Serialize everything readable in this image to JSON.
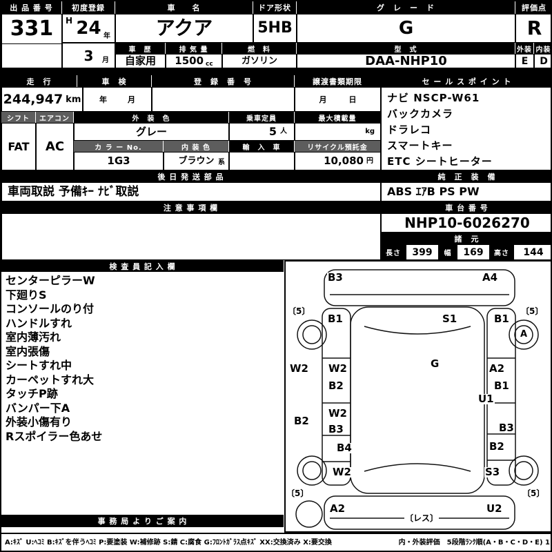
{
  "top": {
    "lot": {
      "label": "出 品 番 号",
      "value": "331"
    },
    "reg": {
      "label": "初度登録",
      "era": "H",
      "year": "24",
      "year_unit": "年",
      "month": "3",
      "month_unit": "月"
    },
    "name": {
      "label": "車　　名",
      "value": "アクア"
    },
    "door": {
      "label": "ドア形状",
      "value": "5HB"
    },
    "grade": {
      "label": "グ　レ　ー　ド",
      "value": "G"
    },
    "score": {
      "label": "評価点",
      "value": "R"
    },
    "history": {
      "label": "車　歴",
      "value": "自家用"
    },
    "disp": {
      "label": "排 気 量",
      "value": "1500",
      "unit": "cc"
    },
    "fuel": {
      "label": "燃　料",
      "value": "ガソリン"
    },
    "model": {
      "label": "型　式",
      "value": "DAA-NHP10"
    },
    "ext": {
      "label": "外装",
      "value": "E"
    },
    "int": {
      "label": "内装",
      "value": "D"
    }
  },
  "run": {
    "mileage": {
      "label": "走　行",
      "value": "244,947",
      "unit": "km"
    },
    "shaken": {
      "label": "車　検",
      "y": "年",
      "m": "月"
    },
    "regno": {
      "label": "登　録　番　号"
    },
    "transfer": {
      "label": "譲渡書類期限",
      "m": "月",
      "d": "日"
    }
  },
  "equip": {
    "shift": {
      "label": "シフト",
      "value": "FAT"
    },
    "ac": {
      "label": "エアコン",
      "value": "AC"
    },
    "extcolor": {
      "label": "外　装　色",
      "value": "グレー"
    },
    "capacity": {
      "label": "乗車定員",
      "value": "5",
      "unit": "人"
    },
    "maxload": {
      "label": "最大積載量",
      "unit": "kg"
    },
    "colorno": {
      "label": "カ ラ ー No.",
      "value": "1G3"
    },
    "intcolor": {
      "label": "内 装 色",
      "value": "ブラウン",
      "unit": "系"
    },
    "import": {
      "label": "輸　入　車"
    },
    "recycle": {
      "label": "リサイクル預託金",
      "value": "10,080",
      "unit": "円"
    }
  },
  "later": {
    "label": "後 日 発 送 部 品",
    "value": "車両取説 予備ｷｰ ﾅﾋﾞ取説"
  },
  "sales": {
    "label": "セ ー ル ス ポ イ ン ト",
    "lines": [
      "ナビ NSCP-W61",
      "バックカメラ",
      "ドラレコ",
      "スマートキー",
      "ETC シートヒーター"
    ]
  },
  "genuine": {
    "label": "純　正　装　備",
    "value": "ABS ｴｱB PS PW"
  },
  "caution": {
    "label": "注 意 事 項 欄"
  },
  "chassis": {
    "label": "車 台 番 号",
    "value": "NHP10-6026270"
  },
  "specs": {
    "label": "諸　元",
    "len_label": "長さ",
    "len": "399",
    "wid_label": "幅",
    "wid": "169",
    "hei_label": "高さ",
    "hei": "144"
  },
  "inspector": {
    "label": "検 査 員 記 入 欄",
    "lines": [
      "センターピラーW",
      "下廻りS",
      "コンソールのり付",
      "ハンドルすれ",
      "室内薄汚れ",
      "室内張傷",
      "シートすれ中",
      "カーペットすれ大",
      "タッチP跡",
      "バンパー下A",
      "外装小傷有り",
      "Rスポイラー色あせ"
    ]
  },
  "office": {
    "label": "事 務 局 よ り ご 案 内"
  },
  "diagram": {
    "codes": {
      "trunk_l": "B3",
      "trunk_r": "A4",
      "rate_tl": "〔5〕",
      "rate_tr": "〔5〕",
      "rate_bl": "〔5〕",
      "rate_br": "〔5〕",
      "door_tl": "B1",
      "rear_panel": "S1",
      "door_tr": "B1",
      "wheel_tr": "A",
      "fender_l1": "W2",
      "door_l1a": "W2",
      "door_l1b": "B2",
      "roof": "G",
      "door_r1a": "A2",
      "door_r1b": "B1",
      "sill_r": "U1",
      "fender_l2": "B2",
      "door_l2a": "W2",
      "door_l2b": "B3",
      "door_r2a": "B3",
      "door_r2b": "B2",
      "qpanel_l": "B4",
      "fender_bl": "W2",
      "fender_br": "S3",
      "front_l": "A2",
      "front_r": "U2",
      "spare": "〔レス〕"
    }
  },
  "legend": {
    "codes": "A:ｷｽﾞ U:ﾍｺﾐ B:ｷｽﾞを伴うﾍｺﾐ P:要塗装 W:補修跡 S:錆 C:腐食 G:ﾌﾛﾝﾄｶﾞﾗｽ点ｷｽﾞ XX:交換済み X:要交換",
    "rank": "内・外装評価　5段階ﾗﾝｸ順(A・B・C・D・E) 1"
  }
}
